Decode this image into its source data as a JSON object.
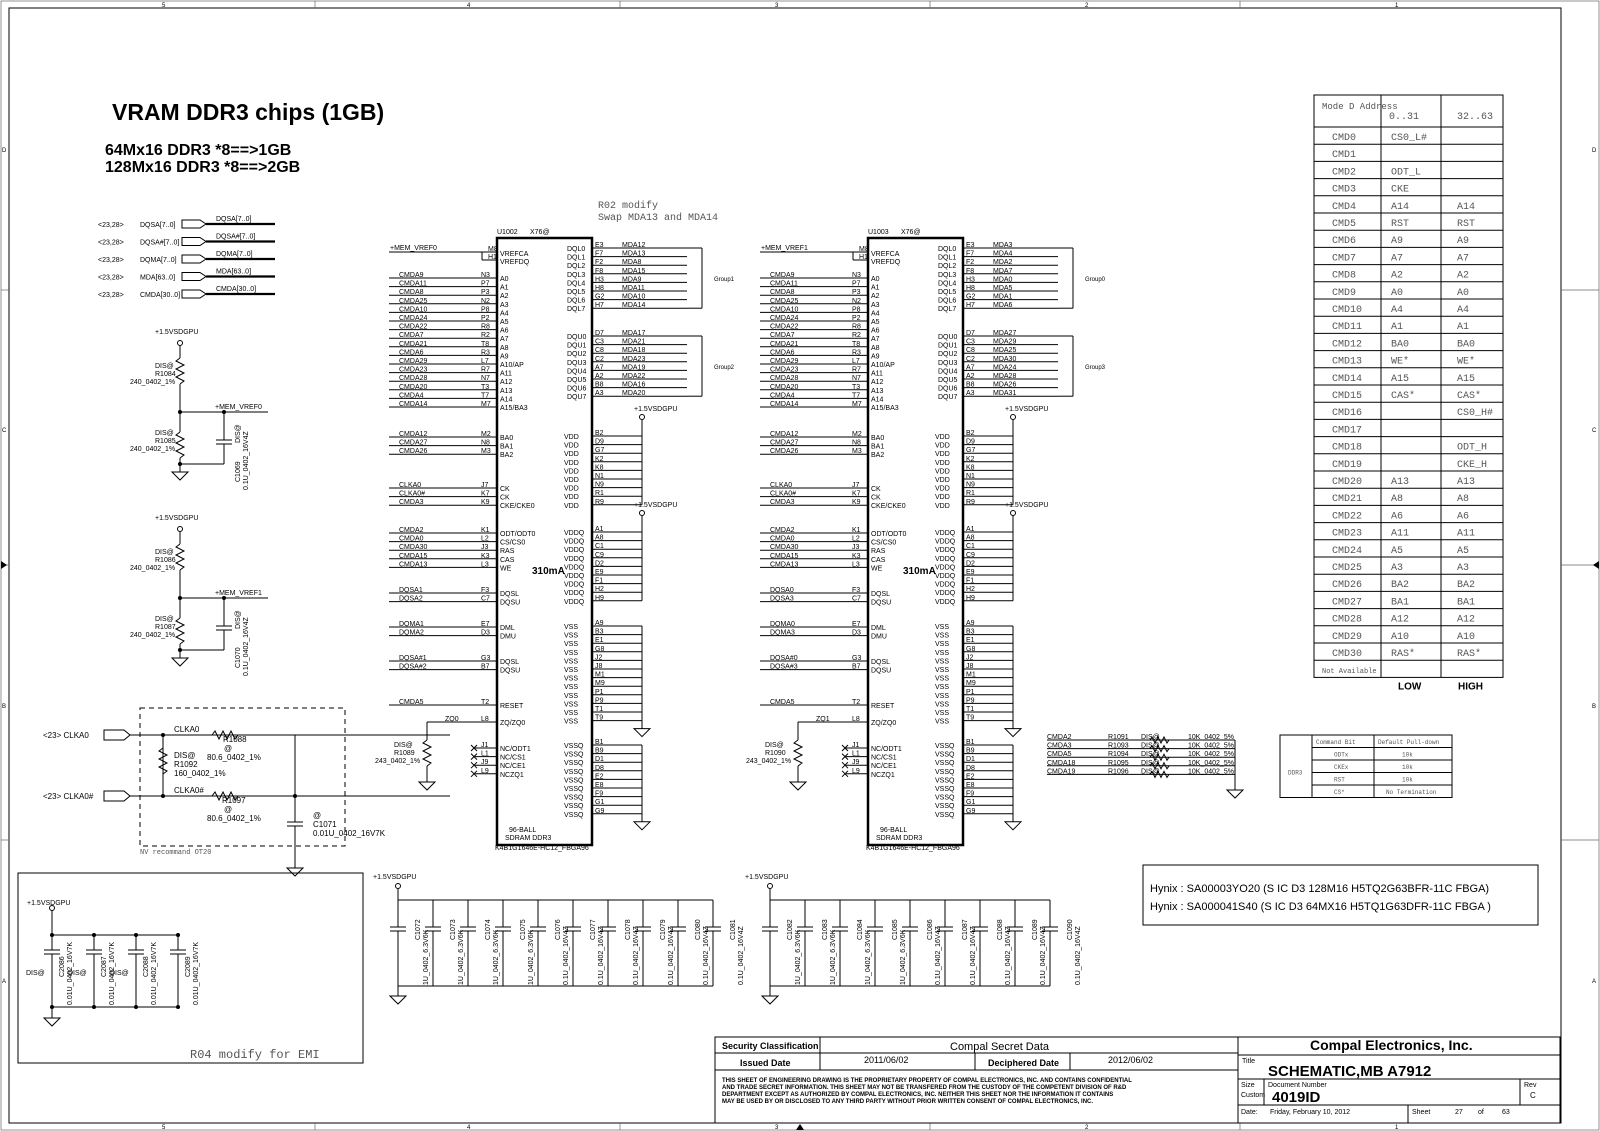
{
  "header": {
    "title": "VRAM DDR3 chips (1GB)",
    "line1": "64Mx16 DDR3 *8==>1GB",
    "line2": "128Mx16 DDR3 *8==>2GB",
    "note_r02_1": "R02 modify",
    "note_r02_2": "Swap MDA13 and MDA14"
  },
  "border": {
    "cols": [
      "5",
      "4",
      "3",
      "2",
      "1"
    ],
    "rows": [
      "D",
      "C",
      "B",
      "A"
    ]
  },
  "bus_labels": [
    {
      "ref": "<23,28>",
      "name": "DQSA[7..0]",
      "net": "DQSA[7..0]"
    },
    {
      "ref": "<23,28>",
      "name": "DQSA#[7..0]",
      "net": "DQSA#[7..0]"
    },
    {
      "ref": "<23,28>",
      "name": "DQMA[7..0]",
      "net": "DQMA[7..0]"
    },
    {
      "ref": "<23,28>",
      "name": "MDA[63..0]",
      "net": "MDA[63..0]"
    },
    {
      "ref": "<23,28>",
      "name": "CMDA[30..0]",
      "net": "CMDA[30..0]"
    }
  ],
  "vref_circuits": [
    {
      "rail": "+1.5VSDGPU",
      "r_top": [
        "DIS@",
        "R1084",
        "240_0402_1%"
      ],
      "vref": "+MEM_VREF0",
      "r_bot": [
        "DIS@",
        "R1085",
        "240_0402_1%"
      ],
      "cap": [
        "C1069",
        "0.1U_0402_16V4Z",
        "DIS@"
      ]
    },
    {
      "rail": "+1.5VSDGPU",
      "r_top": [
        "DIS@",
        "R1086",
        "240_0402_1%"
      ],
      "vref": "+MEM_VREF1",
      "r_bot": [
        "DIS@",
        "R1087",
        "240_0402_1%"
      ],
      "cap": [
        "C1070",
        "0.1U_0402_16V4Z",
        "DIS@"
      ]
    }
  ],
  "clock": {
    "in0": "<23> CLKA0",
    "in1": "<23> CLKA0#",
    "net0": "CLKA0",
    "net1": "CLKA0#",
    "r1": [
      "R1088",
      "@",
      "80.6_0402_1%"
    ],
    "r2": [
      "DIS@",
      "R1092",
      "160_0402_1%"
    ],
    "r3": [
      "R1097",
      "@",
      "80.6_0402_1%"
    ],
    "cap": [
      "@",
      "C1071",
      "0.01U_0402_16V7K"
    ],
    "note": "NV recommand OT20"
  },
  "chips": [
    {
      "ref": "U1002",
      "option": "X76@",
      "vref_net": "+MEM_VREF0",
      "left_nets": [
        "CMDA9",
        "CMDA11",
        "CMDA8",
        "CMDA25",
        "CMDA10",
        "CMDA24",
        "CMDA22",
        "CMDA7",
        "CMDA21",
        "CMDA6",
        "CMDA29",
        "CMDA23",
        "CMDA28",
        "CMDA20",
        "CMDA4",
        "CMDA14"
      ],
      "left_balls": [
        "N3",
        "P7",
        "P3",
        "N2",
        "P8",
        "P2",
        "R8",
        "R2",
        "T8",
        "R3",
        "L7",
        "R7",
        "N7",
        "T3",
        "T7",
        "M7"
      ],
      "ba_nets": [
        "CMDA12",
        "CMDA27",
        "CMDA26"
      ],
      "ck_nets": [
        "CLKA0",
        "CLKA0#",
        "CMDA3"
      ],
      "ctl_nets": [
        "CMDA2",
        "CMDA0",
        "CMDA30",
        "CMDA15",
        "CMDA13"
      ],
      "dqs_nets": [
        "DQSA1",
        "DQSA2"
      ],
      "dm_nets": [
        "DQMA1",
        "DQMA2"
      ],
      "dqsn_nets": [
        "DQSA#1",
        "DQSA#2"
      ],
      "reset_net": "CMDA5",
      "zq_net": "ZQ0",
      "grp1_nets": [
        "MDA12",
        "MDA13",
        "MDA8",
        "MDA15",
        "MDA9",
        "MDA11",
        "MDA10",
        "MDA14"
      ],
      "grp2_nets": [
        "MDA17",
        "MDA21",
        "MDA18",
        "MDA23",
        "MDA19",
        "MDA22",
        "MDA16",
        "MDA20"
      ],
      "grp1_label": "Group1",
      "grp2_label": "Group2",
      "current": "310mA",
      "rzq": [
        "DIS@",
        "R1089",
        "243_0402_1%"
      ],
      "foot1": "96-BALL",
      "foot2": "SDRAM DDR3",
      "part": "K4B1G1646E-HC12_FBGA96"
    },
    {
      "ref": "U1003",
      "option": "X76@",
      "vref_net": "+MEM_VREF1",
      "left_nets": [
        "CMDA9",
        "CMDA11",
        "CMDA8",
        "CMDA25",
        "CMDA10",
        "CMDA24",
        "CMDA22",
        "CMDA7",
        "CMDA21",
        "CMDA6",
        "CMDA29",
        "CMDA23",
        "CMDA28",
        "CMDA20",
        "CMDA4",
        "CMDA14"
      ],
      "left_balls": [
        "N3",
        "P7",
        "P3",
        "N2",
        "P8",
        "P2",
        "R8",
        "R2",
        "T8",
        "R3",
        "L7",
        "R7",
        "N7",
        "T3",
        "T7",
        "M7"
      ],
      "ba_nets": [
        "CMDA12",
        "CMDA27",
        "CMDA26"
      ],
      "ck_nets": [
        "CLKA0",
        "CLKA0#",
        "CMDA3"
      ],
      "ctl_nets": [
        "CMDA2",
        "CMDA0",
        "CMDA30",
        "CMDA15",
        "CMDA13"
      ],
      "dqs_nets": [
        "DQSA0",
        "DQSA3"
      ],
      "dm_nets": [
        "DQMA0",
        "DQMA3"
      ],
      "dqsn_nets": [
        "DQSA#0",
        "DQSA#3"
      ],
      "reset_net": "CMDA5",
      "zq_net": "ZQ1",
      "grp1_nets": [
        "MDA3",
        "MDA4",
        "MDA2",
        "MDA7",
        "MDA0",
        "MDA5",
        "MDA1",
        "MDA6"
      ],
      "grp2_nets": [
        "MDA27",
        "MDA29",
        "MDA25",
        "MDA30",
        "MDA24",
        "MDA28",
        "MDA26",
        "MDA31"
      ],
      "grp1_label": "Group0",
      "grp2_label": "Group3",
      "current": "310mA",
      "rzq": [
        "DIS@",
        "R1090",
        "243_0402_1%"
      ],
      "foot1": "96-BALL",
      "foot2": "SDRAM DDR3",
      "part": "K4B1G1646E-HC12_FBGA96"
    }
  ],
  "pins": {
    "left_pins": [
      "A0",
      "A1",
      "A2",
      "A3",
      "A4",
      "A5",
      "A6",
      "A7",
      "A8",
      "A9",
      "A10/AP",
      "A11",
      "A12",
      "A13",
      "A14",
      "A15/BA3"
    ],
    "ba_pins": [
      "BA0",
      "BA1",
      "BA2"
    ],
    "ba_balls": [
      "M2",
      "N8",
      "M3"
    ],
    "ck_pins": [
      "CK",
      "CK",
      "CKE/CKE0"
    ],
    "ck_balls": [
      "J7",
      "K7",
      "K9"
    ],
    "ctl_pins": [
      "ODT/ODT0",
      "CS/CS0",
      "RAS",
      "CAS",
      "WE"
    ],
    "ctl_balls": [
      "K1",
      "L2",
      "J3",
      "K3",
      "L3"
    ],
    "dqs_pins": [
      "DQSL",
      "DQSU"
    ],
    "dqs_balls": [
      "F3",
      "C7"
    ],
    "dm_pins": [
      "DML",
      "DMU"
    ],
    "dm_balls": [
      "E7",
      "D3"
    ],
    "dqsn_pins": [
      "DQSL",
      "DQSU"
    ],
    "dqsn_balls": [
      "G3",
      "B7"
    ],
    "reset_pin": "RESET",
    "reset_ball": "T2",
    "zq_pin": "ZQ/ZQ0",
    "zq_ball": "L8",
    "nc_pins": [
      "NC/ODT1",
      "NC/CS1",
      "NC/CE1",
      "NCZQ1"
    ],
    "nc_balls": [
      "J1",
      "L1",
      "J9",
      "L9"
    ],
    "vref_pins": [
      "VREFCA",
      "VREFDQ"
    ],
    "vref_balls": [
      "M8",
      "H1"
    ],
    "dql_pins": [
      "DQL0",
      "DQL1",
      "DQL2",
      "DQL3",
      "DQL4",
      "DQL5",
      "DQL6",
      "DQL7"
    ],
    "dql_balls": [
      "E3",
      "F7",
      "F2",
      "F8",
      "H3",
      "H8",
      "G2",
      "H7"
    ],
    "dqu_pins": [
      "DQU0",
      "DQU1",
      "DQU2",
      "DQU3",
      "DQU4",
      "DQU5",
      "DQU6",
      "DQU7"
    ],
    "dqu_balls": [
      "D7",
      "C3",
      "C8",
      "C2",
      "A7",
      "A2",
      "B8",
      "A3"
    ],
    "vdd_balls": [
      "B2",
      "D9",
      "G7",
      "K2",
      "K8",
      "N1",
      "N9",
      "R1",
      "R9"
    ],
    "vddq_balls": [
      "A1",
      "A8",
      "C1",
      "C9",
      "D2",
      "E9",
      "F1",
      "H2",
      "H9"
    ],
    "vss_balls": [
      "A9",
      "B3",
      "E1",
      "G8",
      "J2",
      "J8",
      "M1",
      "M9",
      "P1",
      "P9",
      "T1",
      "T9"
    ],
    "vssq_balls": [
      "B1",
      "B9",
      "D1",
      "D8",
      "E2",
      "E8",
      "F9",
      "G1",
      "G9"
    ],
    "vdd": "VDD",
    "vddq": "VDDQ",
    "vss": "VSS",
    "vssq": "VSSQ",
    "rail": "+1.5VSDGPU"
  },
  "mode_table": {
    "header": [
      "Mode D Address",
      "0..31",
      "32..63"
    ],
    "rows": [
      [
        "CMD0",
        "CS0_L#",
        ""
      ],
      [
        "CMD1",
        "",
        ""
      ],
      [
        "CMD2",
        "ODT_L",
        ""
      ],
      [
        "CMD3",
        "CKE",
        ""
      ],
      [
        "CMD4",
        "A14",
        "A14"
      ],
      [
        "CMD5",
        "RST",
        "RST"
      ],
      [
        "CMD6",
        "A9",
        "A9"
      ],
      [
        "CMD7",
        "A7",
        "A7"
      ],
      [
        "CMD8",
        "A2",
        "A2"
      ],
      [
        "CMD9",
        "A0",
        "A0"
      ],
      [
        "CMD10",
        "A4",
        "A4"
      ],
      [
        "CMD11",
        "A1",
        "A1"
      ],
      [
        "CMD12",
        "BA0",
        "BA0"
      ],
      [
        "CMD13",
        "WE*",
        "WE*"
      ],
      [
        "CMD14",
        "A15",
        "A15"
      ],
      [
        "CMD15",
        "CAS*",
        "CAS*"
      ],
      [
        "CMD16",
        "",
        "CS0_H#"
      ],
      [
        "CMD17",
        "",
        ""
      ],
      [
        "CMD18",
        "",
        "ODT_H"
      ],
      [
        "CMD19",
        "",
        "CKE_H"
      ],
      [
        "CMD20",
        "A13",
        "A13"
      ],
      [
        "CMD21",
        "A8",
        "A8"
      ],
      [
        "CMD22",
        "A6",
        "A6"
      ],
      [
        "CMD23",
        "A11",
        "A11"
      ],
      [
        "CMD24",
        "A5",
        "A5"
      ],
      [
        "CMD25",
        "A3",
        "A3"
      ],
      [
        "CMD26",
        "BA2",
        "BA2"
      ],
      [
        "CMD27",
        "BA1",
        "BA1"
      ],
      [
        "CMD28",
        "A12",
        "A12"
      ],
      [
        "CMD29",
        "A10",
        "A10"
      ],
      [
        "CMD30",
        "RAS*",
        "RAS*"
      ],
      [
        "Not Available",
        "",
        ""
      ]
    ],
    "low": "LOW",
    "high": "HIGH"
  },
  "pulldown": {
    "rows": [
      {
        "net": "CMDA2",
        "ref": "R1091",
        "opt": "DIS@",
        "val": "10K_0402_5%"
      },
      {
        "net": "CMDA3",
        "ref": "R1093",
        "opt": "DIS@",
        "val": "10K_0402_5%"
      },
      {
        "net": "CMDA5",
        "ref": "R1094",
        "opt": "DIS@",
        "val": "10K_0402_5%"
      },
      {
        "net": "CMDA18",
        "ref": "R1095",
        "opt": "DIS@",
        "val": "10K_0402_5%"
      },
      {
        "net": "CMDA19",
        "ref": "R1096",
        "opt": "DIS@",
        "val": "10K_0402_5%"
      }
    ]
  },
  "pd_table": {
    "header": [
      "Command Bit",
      "Default Pull-down"
    ],
    "group": "DDR3",
    "rows": [
      [
        "ODTx",
        "10k"
      ],
      [
        "CKEx",
        "10k"
      ],
      [
        "RST",
        "10k"
      ],
      [
        "CS*",
        "No Termination"
      ]
    ]
  },
  "hynix": {
    "line1": "Hynix : SA00003YO20 (S IC D3 128M16 H5TQ2G63BFR-11C FBGA)",
    "line2": "Hynix : SA000041S40 (S IC D3 64MX16 H5TQ1G63DFR-11C FBGA )"
  },
  "emi_box": {
    "rail": "+1.5VSDGPU",
    "note": "R04 modify for EMI",
    "caps": [
      {
        "opt": "DIS@",
        "ref": "C2086",
        "val": "0.01U_0402_16V7K"
      },
      {
        "opt": "DIS@",
        "ref": "C2087",
        "val": "0.01U_0402_16V7K"
      },
      {
        "opt": "DIS@",
        "ref": "C2088",
        "val": "0.01U_0402_16V7K"
      },
      {
        "opt": "",
        "ref": "C2089",
        "val": "0.01U_0402_16V7K"
      }
    ]
  },
  "decap_banks": [
    {
      "rail": "+1.5VSDGPU",
      "caps": [
        {
          "ref": "C1072",
          "val": "1U_0402_6.3V6K"
        },
        {
          "ref": "C1073",
          "val": "1U_0402_6.3V6K"
        },
        {
          "ref": "C1074",
          "val": "1U_0402_6.3V6K"
        },
        {
          "ref": "C1075",
          "val": "1U_0402_6.3V6K"
        },
        {
          "ref": "C1076",
          "val": "0.1U_0402_16V4Z"
        },
        {
          "ref": "C1077",
          "val": "0.1U_0402_16V4Z"
        },
        {
          "ref": "C1078",
          "val": "0.1U_0402_16V4Z"
        },
        {
          "ref": "C1079",
          "val": "0.1U_0402_16V4Z"
        },
        {
          "ref": "C1080",
          "val": "0.1U_0402_16V4Z"
        },
        {
          "ref": "C1081",
          "val": "0.1U_0402_16V4Z"
        }
      ]
    },
    {
      "rail": "+1.5VSDGPU",
      "caps": [
        {
          "ref": "C1082",
          "val": "1U_0402_6.3V6K"
        },
        {
          "ref": "C1083",
          "val": "1U_0402_6.3V6K"
        },
        {
          "ref": "C1084",
          "val": "1U_0402_6.3V6K"
        },
        {
          "ref": "C1085",
          "val": "1U_0402_6.3V6K"
        },
        {
          "ref": "C1086",
          "val": "0.1U_0402_16V4Z"
        },
        {
          "ref": "C1087",
          "val": "0.1U_0402_16V4Z"
        },
        {
          "ref": "C1088",
          "val": "0.1U_0402_16V4Z"
        },
        {
          "ref": "C1089",
          "val": "0.1U_0402_16V4Z"
        },
        {
          "ref": "C1090",
          "val": "0.1U_0402_16V4Z"
        }
      ]
    }
  ],
  "title_block": {
    "security_label": "Security Classification",
    "security_value": "Compal Secret Data",
    "issued_label": "Issued Date",
    "issued_value": "2011/06/02",
    "deciphered_label": "Deciphered Date",
    "deciphered_value": "2012/06/02",
    "disclaimer": [
      "THIS SHEET OF ENGINEERING DRAWING IS THE PROPRIETARY PROPERTY OF COMPAL ELECTRONICS, INC. AND CONTAINS CONFIDENTIAL",
      "AND TRADE SECRET INFORMATION. THIS SHEET MAY NOT BE TRANSFERED FROM THE CUSTODY OF THE COMPETENT DIVISION OF R&D",
      "DEPARTMENT EXCEPT AS AUTHORIZED BY COMPAL ELECTRONICS, INC. NEITHER THIS SHEET NOR THE INFORMATION IT CONTAINS",
      "MAY BE USED BY OR DISCLOSED TO ANY THIRD PARTY WITHOUT PRIOR WRITTEN CONSENT OF COMPAL ELECTRONICS, INC."
    ],
    "company": "Compal Electronics, Inc.",
    "title_label": "Title",
    "title": "SCHEMATIC,MB A7912",
    "size_label": "Size",
    "size": "Custom",
    "docnum_label": "Document Number",
    "docnum": "4019ID",
    "rev_label": "Rev",
    "rev": "C",
    "date_label": "Date:",
    "date": "Friday, February 10, 2012",
    "sheet_label": "Sheet",
    "sheet": "27",
    "of_label": "of",
    "total": "63"
  }
}
